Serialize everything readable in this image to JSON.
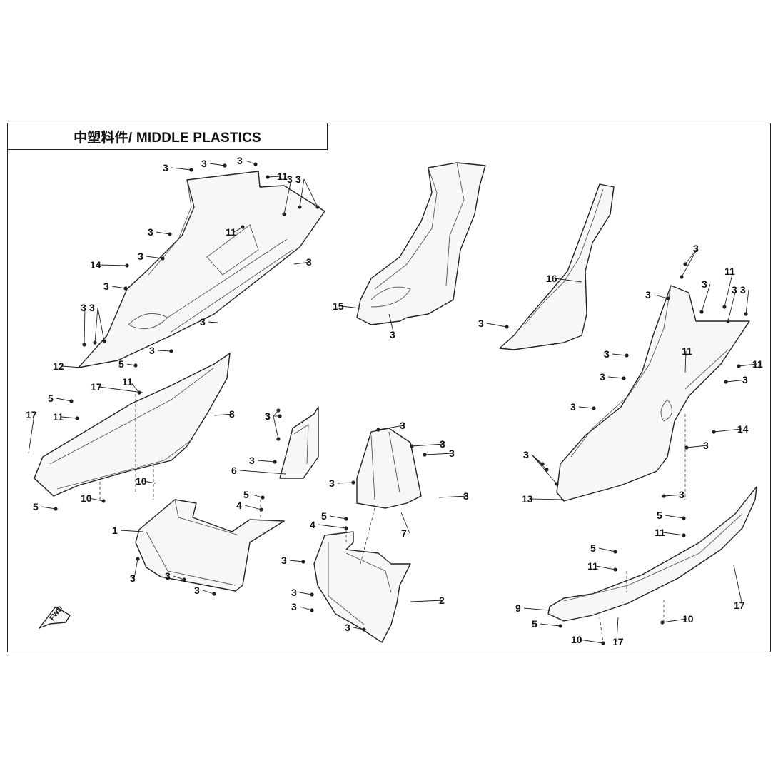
{
  "title": "中塑料件/ MIDDLE PLASTICS",
  "fwd_label": "FWD",
  "callouts": [
    "1",
    "2",
    "3",
    "4",
    "5",
    "6",
    "7",
    "8",
    "9",
    "10",
    "11",
    "12",
    "13",
    "14",
    "15",
    "16",
    "17"
  ]
}
